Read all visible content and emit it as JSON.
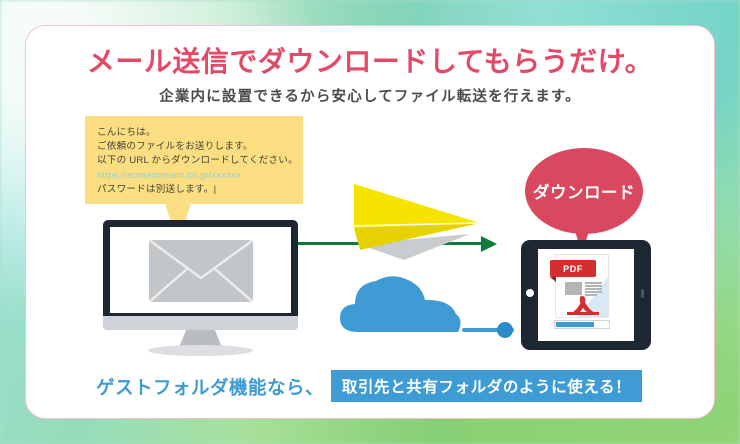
{
  "background": {
    "style": "blurred-green-bokeh",
    "colors": [
      "#cfeff0",
      "#9fe0cf",
      "#8fd9b4",
      "#a4dc93",
      "#8ccb72"
    ]
  },
  "card": {
    "border_color": "#f4c0ce",
    "background": "#ffffff"
  },
  "headline": {
    "text": "メール送信でダウンロードしてもらうだけ。",
    "color": "#e24a68"
  },
  "subhead": {
    "text": "企業内に設置できるから安心してファイル転送を行えます。",
    "color": "#4c4c4c"
  },
  "mail_note": {
    "background": "#fade81",
    "lines": [
      "こんにちは。",
      "ご依頼のファイルをお送りします。",
      "以下の URL からダウンロードしてください。"
    ],
    "url": "https://somedomain.co.jp/xxxxxx",
    "url_color": "#8fd2d6",
    "password_line": "パスワードは別送します。",
    "caret": "|"
  },
  "monitor": {
    "frame_color": "#1e2634",
    "envelope_color": "#c3c6c9",
    "stand_color": "#cfd2d6"
  },
  "plane": {
    "fill": "#f6e400",
    "shadow": "#c9cccf"
  },
  "cloud": {
    "color": "#3f9bd4",
    "dot_color": "#2b8bc9"
  },
  "arrow": {
    "color": "#0e7a3c"
  },
  "download_badge": {
    "text": "ダウンロード",
    "background": "#d9485f",
    "text_color": "#ffffff"
  },
  "tablet": {
    "frame_color": "#1e2634",
    "screen_color": "#ffffff"
  },
  "pdf": {
    "label": "PDF",
    "label_background": "#d32f2f",
    "page_color": "#fdfdfd",
    "accent": "#d32f2f",
    "progress_percent": 68,
    "progress_color": "#3f9bd4"
  },
  "bottom": {
    "label": "ゲストフォルダ機能なら、",
    "label_color": "#3f9bd4",
    "button_text": "取引先と共有フォルダのように使える！",
    "button_background": "#3f9bd4",
    "button_text_color": "#ffffff"
  }
}
